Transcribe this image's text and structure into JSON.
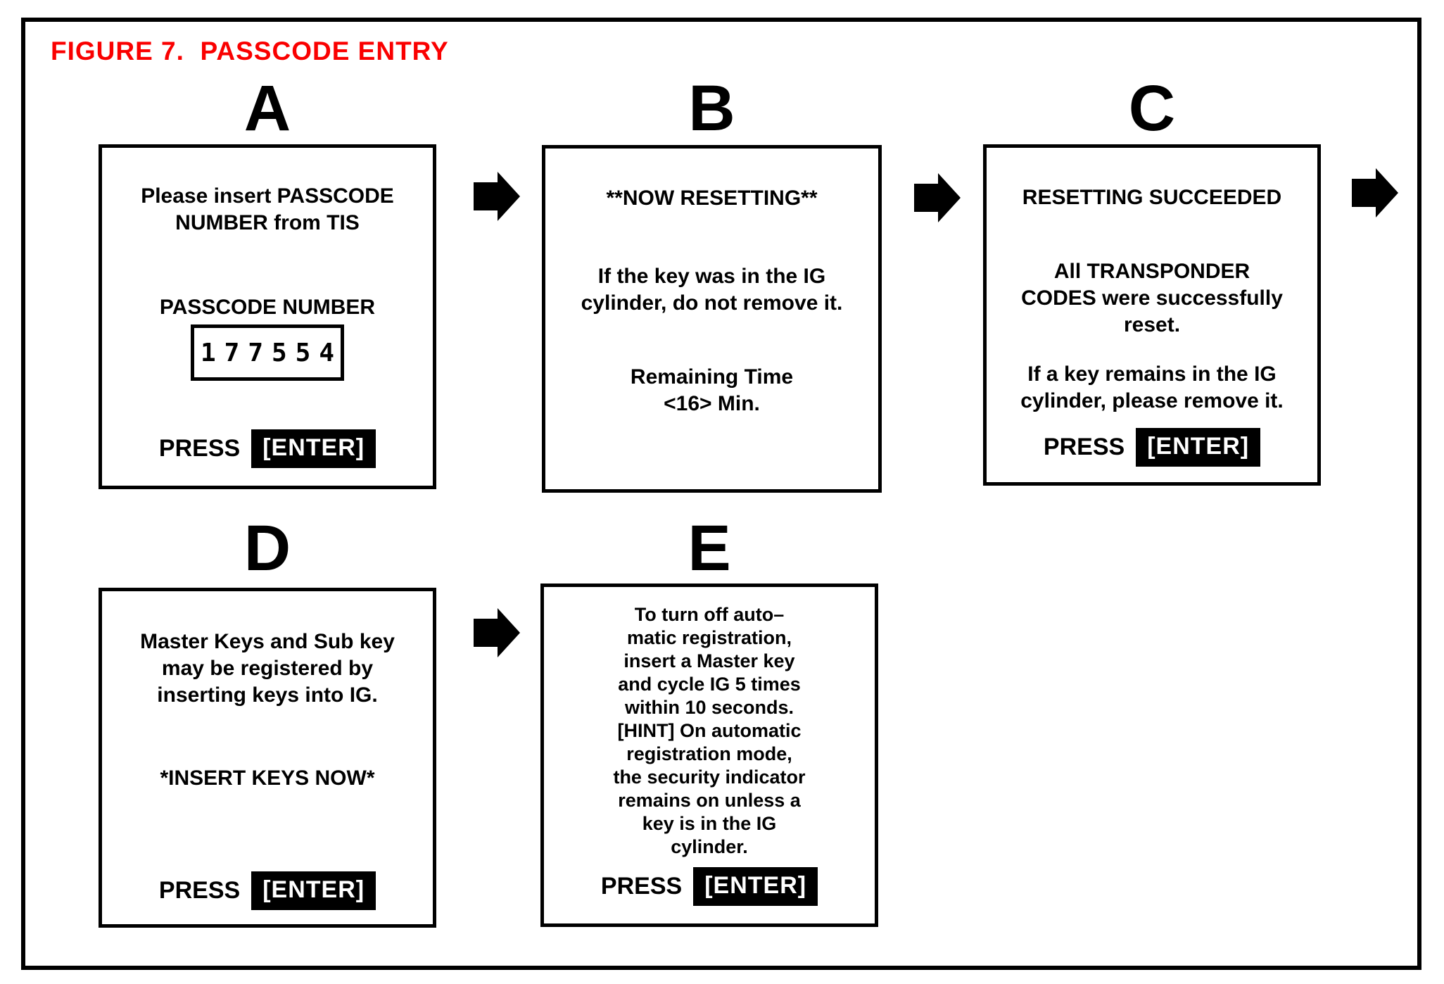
{
  "figure": {
    "title": "FIGURE 7.  PASSCODE ENTRY"
  },
  "colors": {
    "title_red": "#fa0000",
    "ink": "#000000",
    "paper": "#ffffff"
  },
  "press_enter": {
    "press": "PRESS",
    "enter": "[ENTER]"
  },
  "panels": {
    "a": {
      "label": "A",
      "line1": "Please insert PASSCODE",
      "line2": "NUMBER from TIS",
      "passcode_label": "PASSCODE NUMBER",
      "passcode_value": "177554"
    },
    "b": {
      "label": "B",
      "title": "**NOW RESETTING**",
      "line1": "If the key was in the IG",
      "line2": "cylinder, do not remove it.",
      "line3": "Remaining Time",
      "line4": "<16> Min."
    },
    "c": {
      "label": "C",
      "title": "RESETTING SUCCEEDED",
      "line1": "All TRANSPONDER",
      "line2": "CODES were successfully",
      "line3": "reset.",
      "line4": "If a key remains in the IG",
      "line5": "cylinder, please remove it."
    },
    "d": {
      "label": "D",
      "line1": "Master Keys and Sub key",
      "line2": "may be registered by",
      "line3": "inserting keys into IG.",
      "insert_now": "*INSERT KEYS NOW*"
    },
    "e": {
      "label": "E",
      "lines": [
        "To turn off auto–",
        "matic registration,",
        "insert a Master key",
        "and cycle IG 5 times",
        "within 10 seconds.",
        "[HINT] On automatic",
        "registration mode,",
        "the security indicator",
        "remains on unless a",
        "key is in the IG",
        "cylinder."
      ]
    }
  }
}
